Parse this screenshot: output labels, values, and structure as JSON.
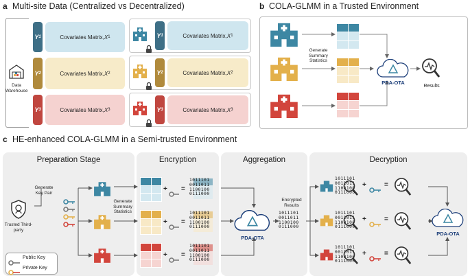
{
  "panel_a": {
    "letter": "a",
    "title": "Multi-site Data (Centralized vs Decentralized)",
    "warehouse_label": "Data Warehouse",
    "rows": [
      {
        "y": "Y",
        "sub": "1",
        "cov": "Covariates Matrix, ",
        "x": "X",
        "xsub": "1",
        "color": "#3e6f86",
        "bg": "#cfe6ef"
      },
      {
        "y": "Y",
        "sub": "2",
        "cov": "Covariates Matrix, ",
        "x": "X",
        "xsub": "2",
        "color": "#b08a3c",
        "bg": "#f7ebc9"
      },
      {
        "y": "Y",
        "sub": "3",
        "cov": "Covariates Matrix, ",
        "x": "X",
        "xsub": "3",
        "color": "#c0463f",
        "bg": "#f5d2d0"
      }
    ]
  },
  "panel_b": {
    "letter": "b",
    "title": "COLA-GLMM in a Trusted Environment",
    "summary_label": "Generate Summary Statistics",
    "pda_label": "PDA-OTA",
    "results_label": "Results"
  },
  "panel_c": {
    "letter": "c",
    "title": "HE-enhanced COLA-GLMM in a Semi-trusted Environment",
    "stages": {
      "prep": "Preparation Stage",
      "enc": "Encryption",
      "agg": "Aggregation",
      "dec": "Decryption"
    },
    "keypair_label": "Generate Key Pair",
    "summary_label": "Generate Summary Statistics",
    "trusted_label": "Trusted Third-party",
    "public_key": "Public Key",
    "private_key": "Private Key",
    "encrypted_results": "Encrypted Results",
    "pda_label": "PDA-OTA",
    "pda_label_final": "PDA-OTA",
    "bits": [
      "1011101",
      "0011011",
      "1100100",
      "0111000"
    ],
    "plus": "+",
    "equals": "="
  },
  "colors": {
    "blue": "#3d87a3",
    "yellow": "#e3b04b",
    "red": "#d2453c",
    "navy": "#1d3f7a"
  }
}
